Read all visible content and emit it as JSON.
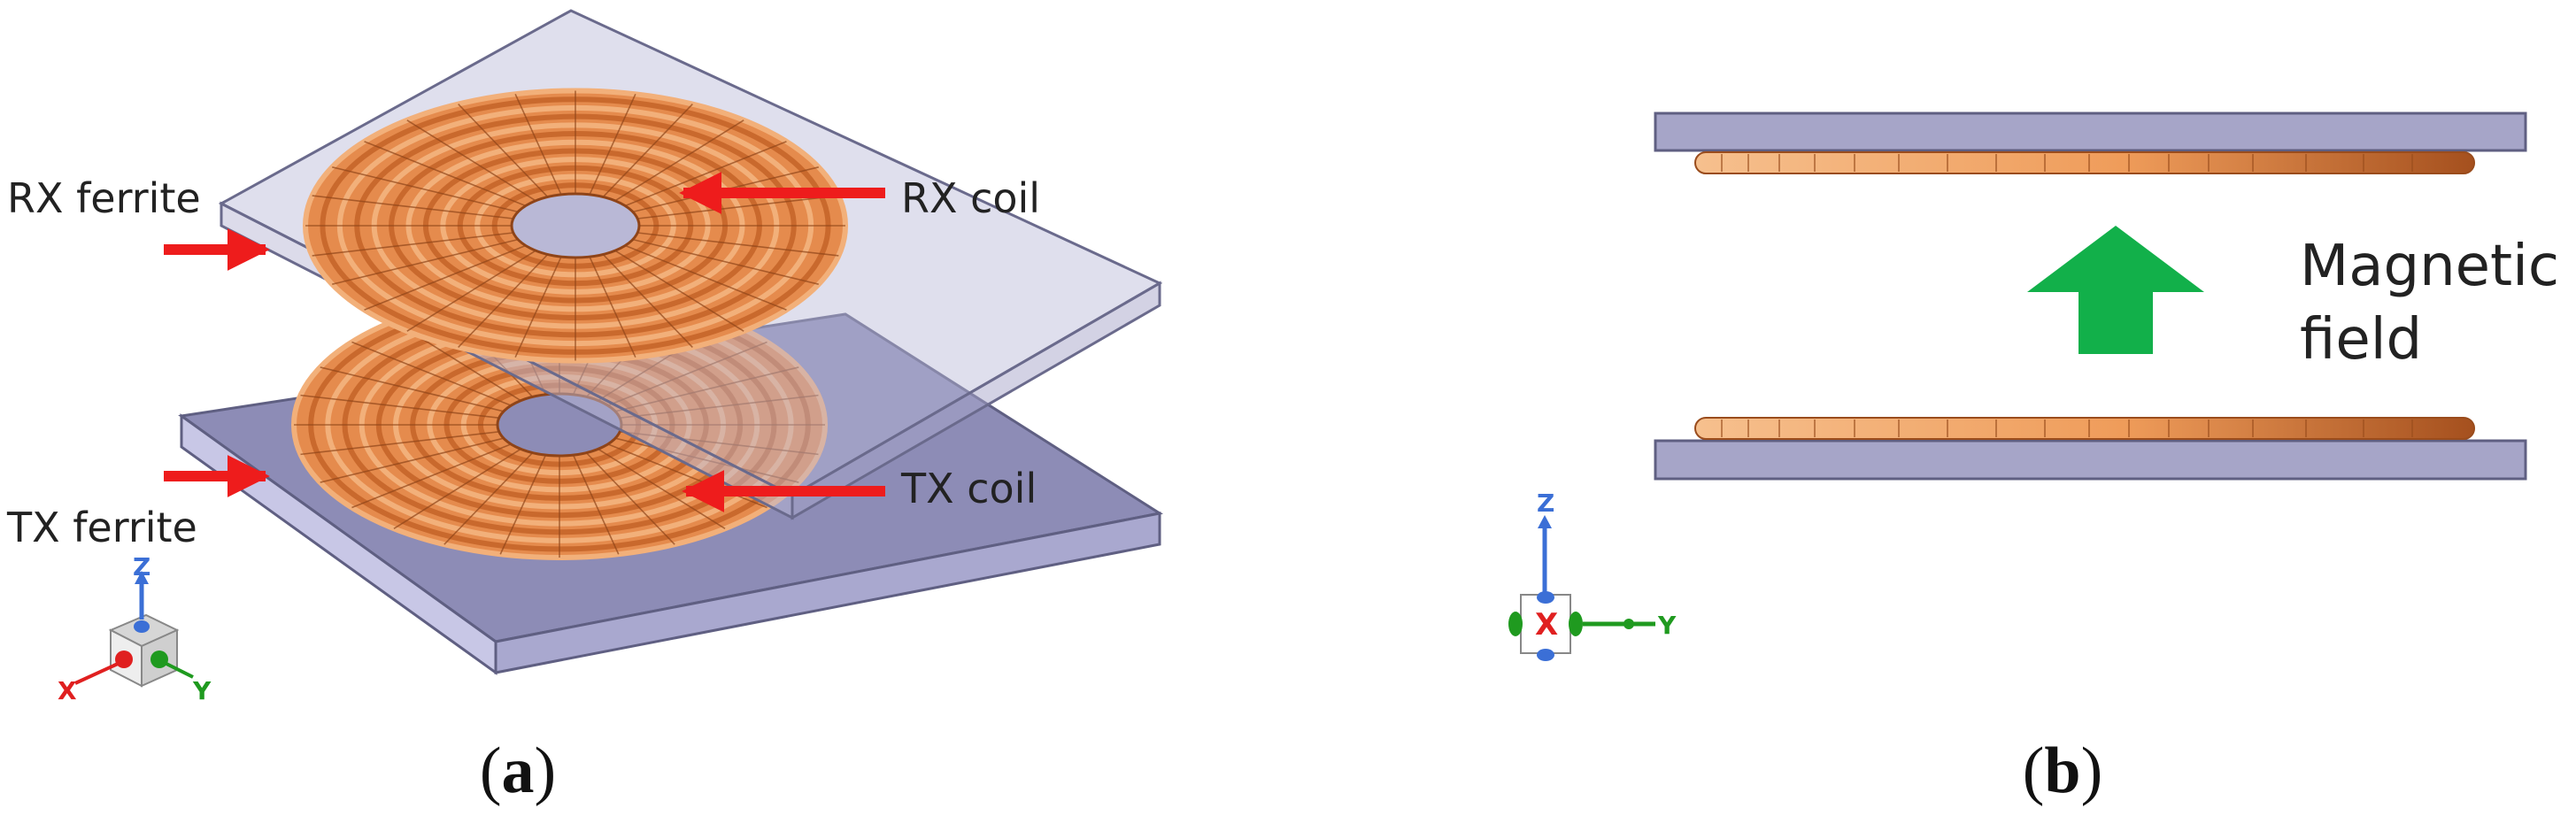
{
  "panel_a": {
    "labels": {
      "rx_ferrite": "RX ferrite",
      "rx_coil": "RX coil",
      "tx_ferrite": "TX ferrite",
      "tx_coil": "TX coil"
    },
    "triad": {
      "z": "Z",
      "x": "X",
      "y": "Y"
    },
    "caption": {
      "open": "(",
      "letter": "a",
      "close": ")"
    }
  },
  "panel_b": {
    "field_label": [
      "Magnetic",
      "field"
    ],
    "triad": {
      "z": "Z",
      "x": "X",
      "y": "Y"
    },
    "caption": {
      "open": "(",
      "letter": "b",
      "close": ")"
    }
  },
  "colors": {
    "ferrite_fill": "#9e9dc6",
    "ferrite_stroke": "#6a6a8c",
    "coil_light": "#f4b07a",
    "coil_dark": "#b8602a",
    "arrow_red": "#ee1c1c",
    "arrow_green": "#12b04a",
    "axis_x": "#e02020",
    "axis_y": "#1f9a1f",
    "axis_z": "#3b6fd6"
  }
}
